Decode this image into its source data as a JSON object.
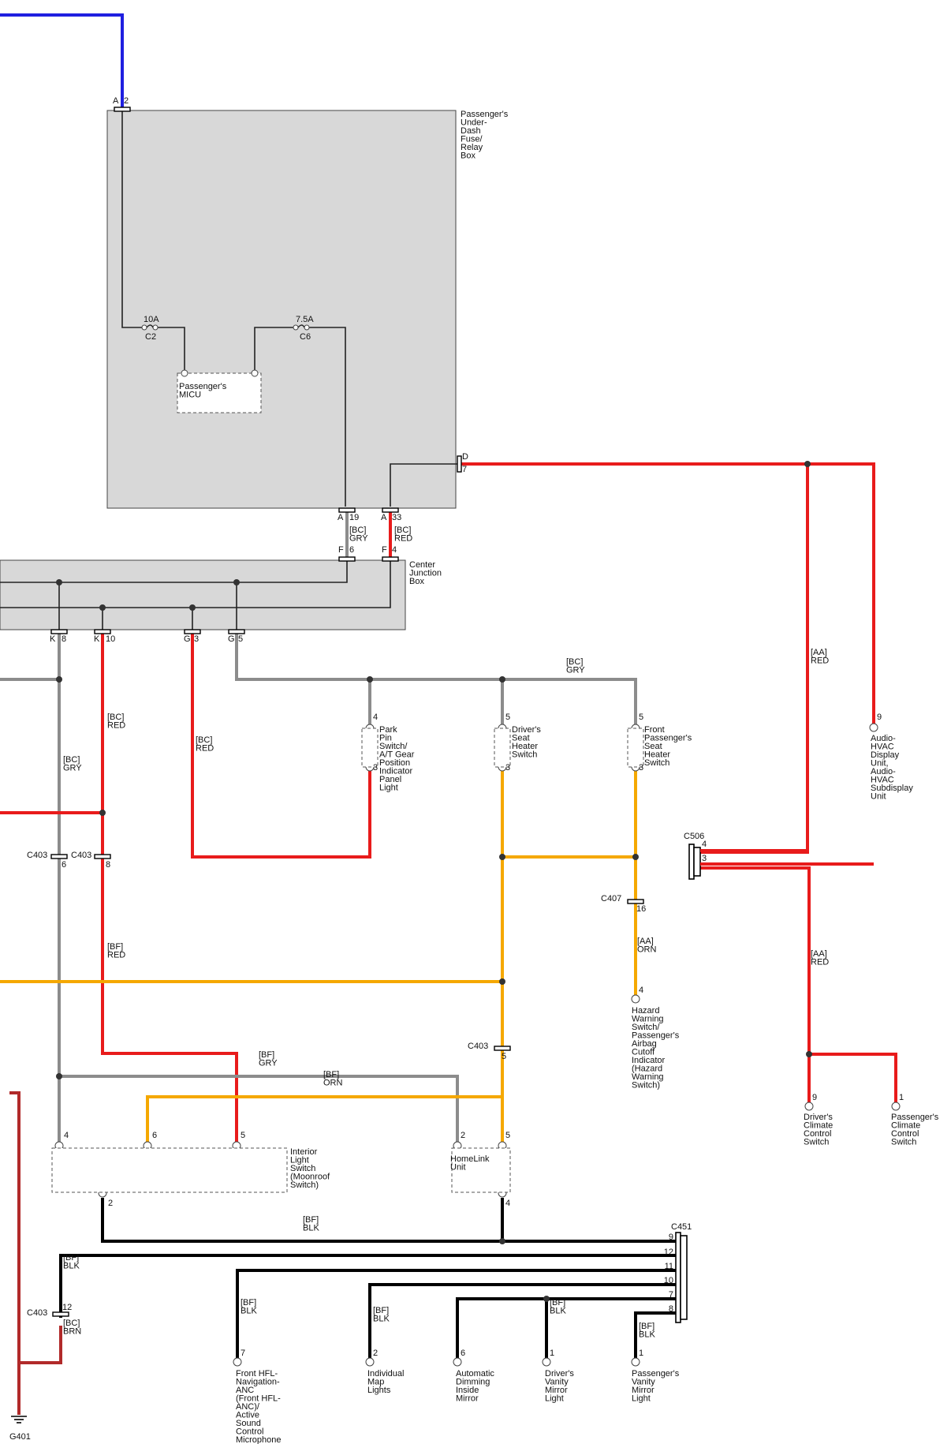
{
  "components": {
    "fuse_box": [
      "Passenger's",
      "Under-",
      "Dash",
      "Fuse/",
      "Relay",
      "Box"
    ],
    "micu": [
      "Passenger's",
      "MICU"
    ],
    "cjb": [
      "Center",
      "Junction",
      "Box"
    ],
    "park_pin": [
      "Park",
      "Pin",
      "Switch/",
      "A/T Gear",
      "Position",
      "Indicator",
      "Panel",
      "Light"
    ],
    "drv_seat": [
      "Driver's",
      "Seat",
      "Heater",
      "Switch"
    ],
    "frt_seat": [
      "Front",
      "Passenger's",
      "Seat",
      "Heater",
      "Switch"
    ],
    "audio": [
      "Audio-",
      "HVAC",
      "Display",
      "Unit,",
      "Audio-",
      "HVAC",
      "Subdisplay",
      "Unit"
    ],
    "hazard": [
      "Hazard",
      "Warning",
      "Switch/",
      "Passenger's",
      "Airbag",
      "Cutoff",
      "Indicator",
      "(Hazard",
      "Warning",
      "Switch)"
    ],
    "drv_climate": [
      "Driver's",
      "Climate",
      "Control",
      "Switch"
    ],
    "pass_climate": [
      "Passenger's",
      "Climate",
      "Control",
      "Switch"
    ],
    "interior_light": [
      "Interior",
      "Light",
      "Switch",
      "(Moonroof",
      "Switch)"
    ],
    "homelink": [
      "HomeLink",
      "Unit"
    ],
    "hfl": [
      "Front HFL-",
      "Navigation-",
      "ANC",
      "(Front HFL-",
      "ANC)/",
      "Active",
      "Sound",
      "Control",
      "Microphone"
    ],
    "map_lights": [
      "Individual",
      "Map",
      "Lights"
    ],
    "mirror": [
      "Automatic",
      "Dimming",
      "Inside",
      "Mirror"
    ],
    "drv_vanity": [
      "Driver's",
      "Vanity",
      "Mirror",
      "Light"
    ],
    "pass_vanity": [
      "Passenger's",
      "Vanity",
      "Mirror",
      "Light"
    ],
    "ground": "G401"
  },
  "fuses": {
    "f1": "10A",
    "f1_id": "C2",
    "f2": "7.5A",
    "f2_id": "C6"
  },
  "connectors": {
    "a2_a": "A",
    "a2_n": "2",
    "a19_a": "A",
    "a19_n": "19",
    "a33_a": "A",
    "a33_n": "33",
    "d7_a": "D",
    "d7_n": "7",
    "f6_a": "F",
    "f6_n": "6",
    "f4_a": "F",
    "f4_n": "4",
    "k8_a": "K",
    "k8_n": "8",
    "k10_a": "K",
    "k10_n": "10",
    "g3_a": "G",
    "g3_n": "3",
    "g5_a": "G",
    "g5_n": "5",
    "c403a": "C403",
    "c403a_n": "6",
    "c403b": "C403",
    "c403b_n": "8",
    "c403c": "C403",
    "c403c_n": "5",
    "c403d": "C403",
    "c403d_n": "12",
    "c407": "C407",
    "c407_n": "16",
    "c506": "C506",
    "c506_p1": "4",
    "c506_p2": "3",
    "c451": "C451",
    "c451_pins": [
      "9",
      "12",
      "11",
      "10",
      "7",
      "8"
    ]
  },
  "pins": {
    "park_top": "4",
    "park_bot": "3",
    "drv_top": "5",
    "drv_bot": "3",
    "frt_top": "5",
    "frt_bot": "3",
    "audio": "9",
    "hazard": "4",
    "drv_cl": "9",
    "pass_cl": "1",
    "il_4": "4",
    "il_6": "6",
    "il_5": "5",
    "il_2": "2",
    "hl_2": "2",
    "hl_5": "5",
    "hl_4": "4",
    "hfl": "7",
    "map": "2",
    "mirror": "6",
    "drv_van": "1",
    "pass_van": "1"
  },
  "wires": {
    "bc_gry": [
      "[BC]",
      "GRY"
    ],
    "bc_red": [
      "[BC]",
      "RED"
    ],
    "aa_red": [
      "[AA]",
      "RED"
    ],
    "aa_orn": [
      "[AA]",
      "ORN"
    ],
    "bf_red": [
      "[BF]",
      "RED"
    ],
    "bf_gry": [
      "[BF]",
      "GRY"
    ],
    "bf_orn": [
      "[BF]",
      "ORN"
    ],
    "bf_blk": [
      "[BF]",
      "BLK"
    ],
    "bc_brn": [
      "[BC]",
      "BRN"
    ]
  },
  "colors": {
    "blue": "#1f1fe0",
    "red": "#e81b1b",
    "gray": "#8c8c8c",
    "orange": "#f5a800",
    "black": "#000000",
    "brown": "#b12a2a",
    "box": "#d8d8d8"
  }
}
